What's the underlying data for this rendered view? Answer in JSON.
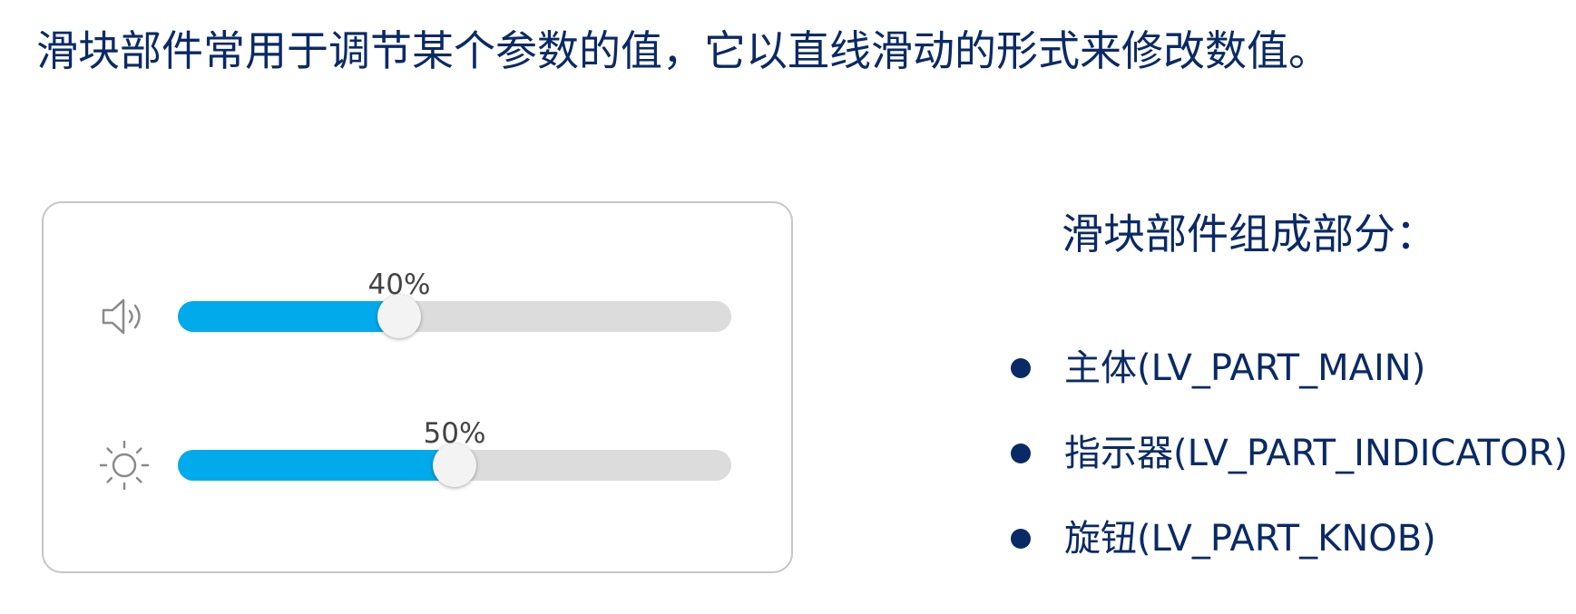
{
  "headline": "滑块部件常用于调节某个参数的值，它以直线滑动的形式来修改数值。",
  "sliders": [
    {
      "icon": "speaker-icon",
      "value_label": "40%",
      "value": 0.4
    },
    {
      "icon": "sun-icon",
      "value_label": "50%",
      "value": 0.5
    }
  ],
  "parts": {
    "title": "滑块部件组成部分：",
    "items": [
      {
        "label": "主体(LV_PART_MAIN)"
      },
      {
        "label": "指示器(LV_PART_INDICATOR)"
      },
      {
        "label": "旋钮(LV_PART_KNOB)"
      }
    ]
  },
  "colors": {
    "text": "#0a2a66",
    "indicator": "#00aaeb",
    "track": "#dcdcdc",
    "knob": "#f3f3f3",
    "panel_border": "#c6c6c6",
    "value_text": "#444444"
  }
}
